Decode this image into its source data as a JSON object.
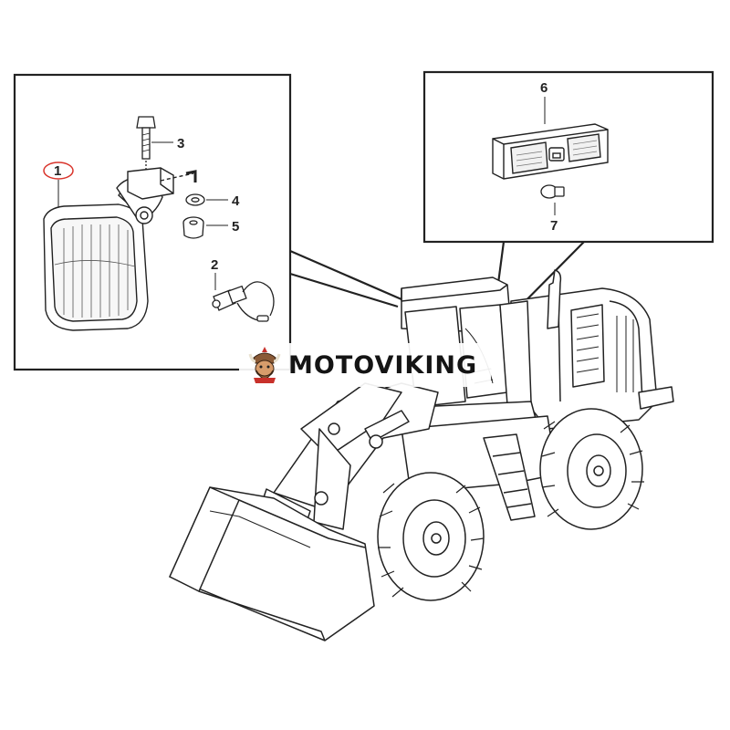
{
  "callouts": {
    "c1": "1",
    "c2": "2",
    "c3": "3",
    "c4": "4",
    "c5": "5",
    "c6": "6",
    "c7": "7"
  },
  "brand": {
    "name": "MOTOVIKING"
  },
  "colors": {
    "line": "#222222",
    "highlight_circle": "#d9342b",
    "brand_text": "#141414",
    "logo_red": "#c8312b",
    "logo_brown": "#8a5a36"
  }
}
